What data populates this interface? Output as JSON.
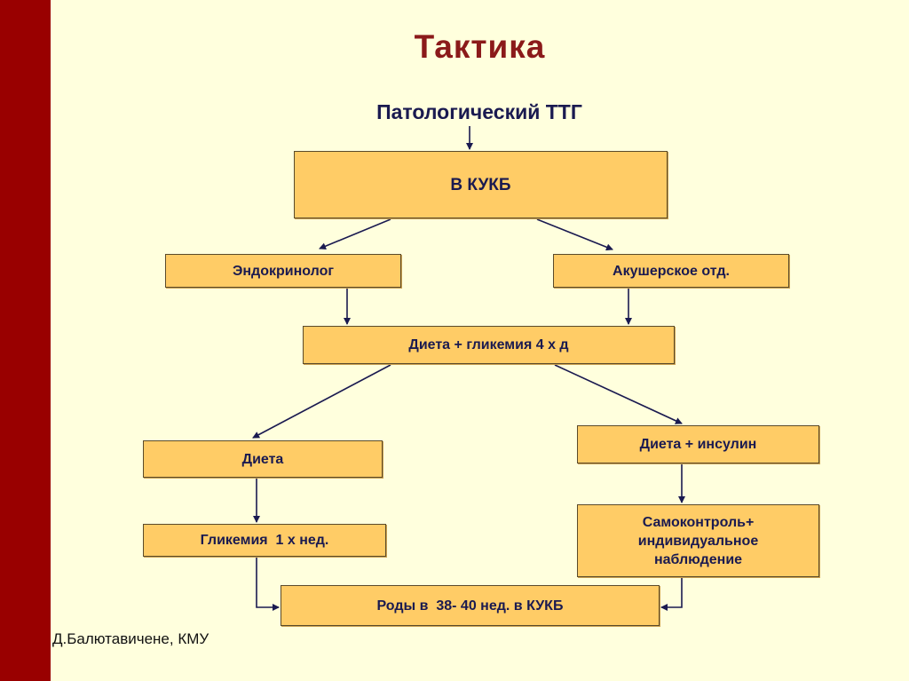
{
  "title": "Тактика",
  "subtitle": "Патологический ТТГ",
  "nodes": {
    "kukb": "В КУКБ",
    "endocrinologist": "Эндокринолог",
    "obstetric": "Акушерское отд.",
    "diet_glycemia": "Диета + гликемия 4 х д",
    "diet": "Диета",
    "diet_insulin": "Диета + инсулин",
    "glycemia_weekly": "Гликемия  1 х нед.",
    "selfcontrol_line1": "Самоконтроль+",
    "selfcontrol_line2": "индивидуальное",
    "selfcontrol_line3": "наблюдение",
    "delivery": "Роды в  38- 40 нед. в КУКБ"
  },
  "footer": "Д.Балютавичене, КМУ",
  "colors": {
    "sidebar": "#990000",
    "background": "#FFFFDD",
    "box": "#FFCC66",
    "text": "#1A1A50",
    "title": "#8B1A1A"
  }
}
